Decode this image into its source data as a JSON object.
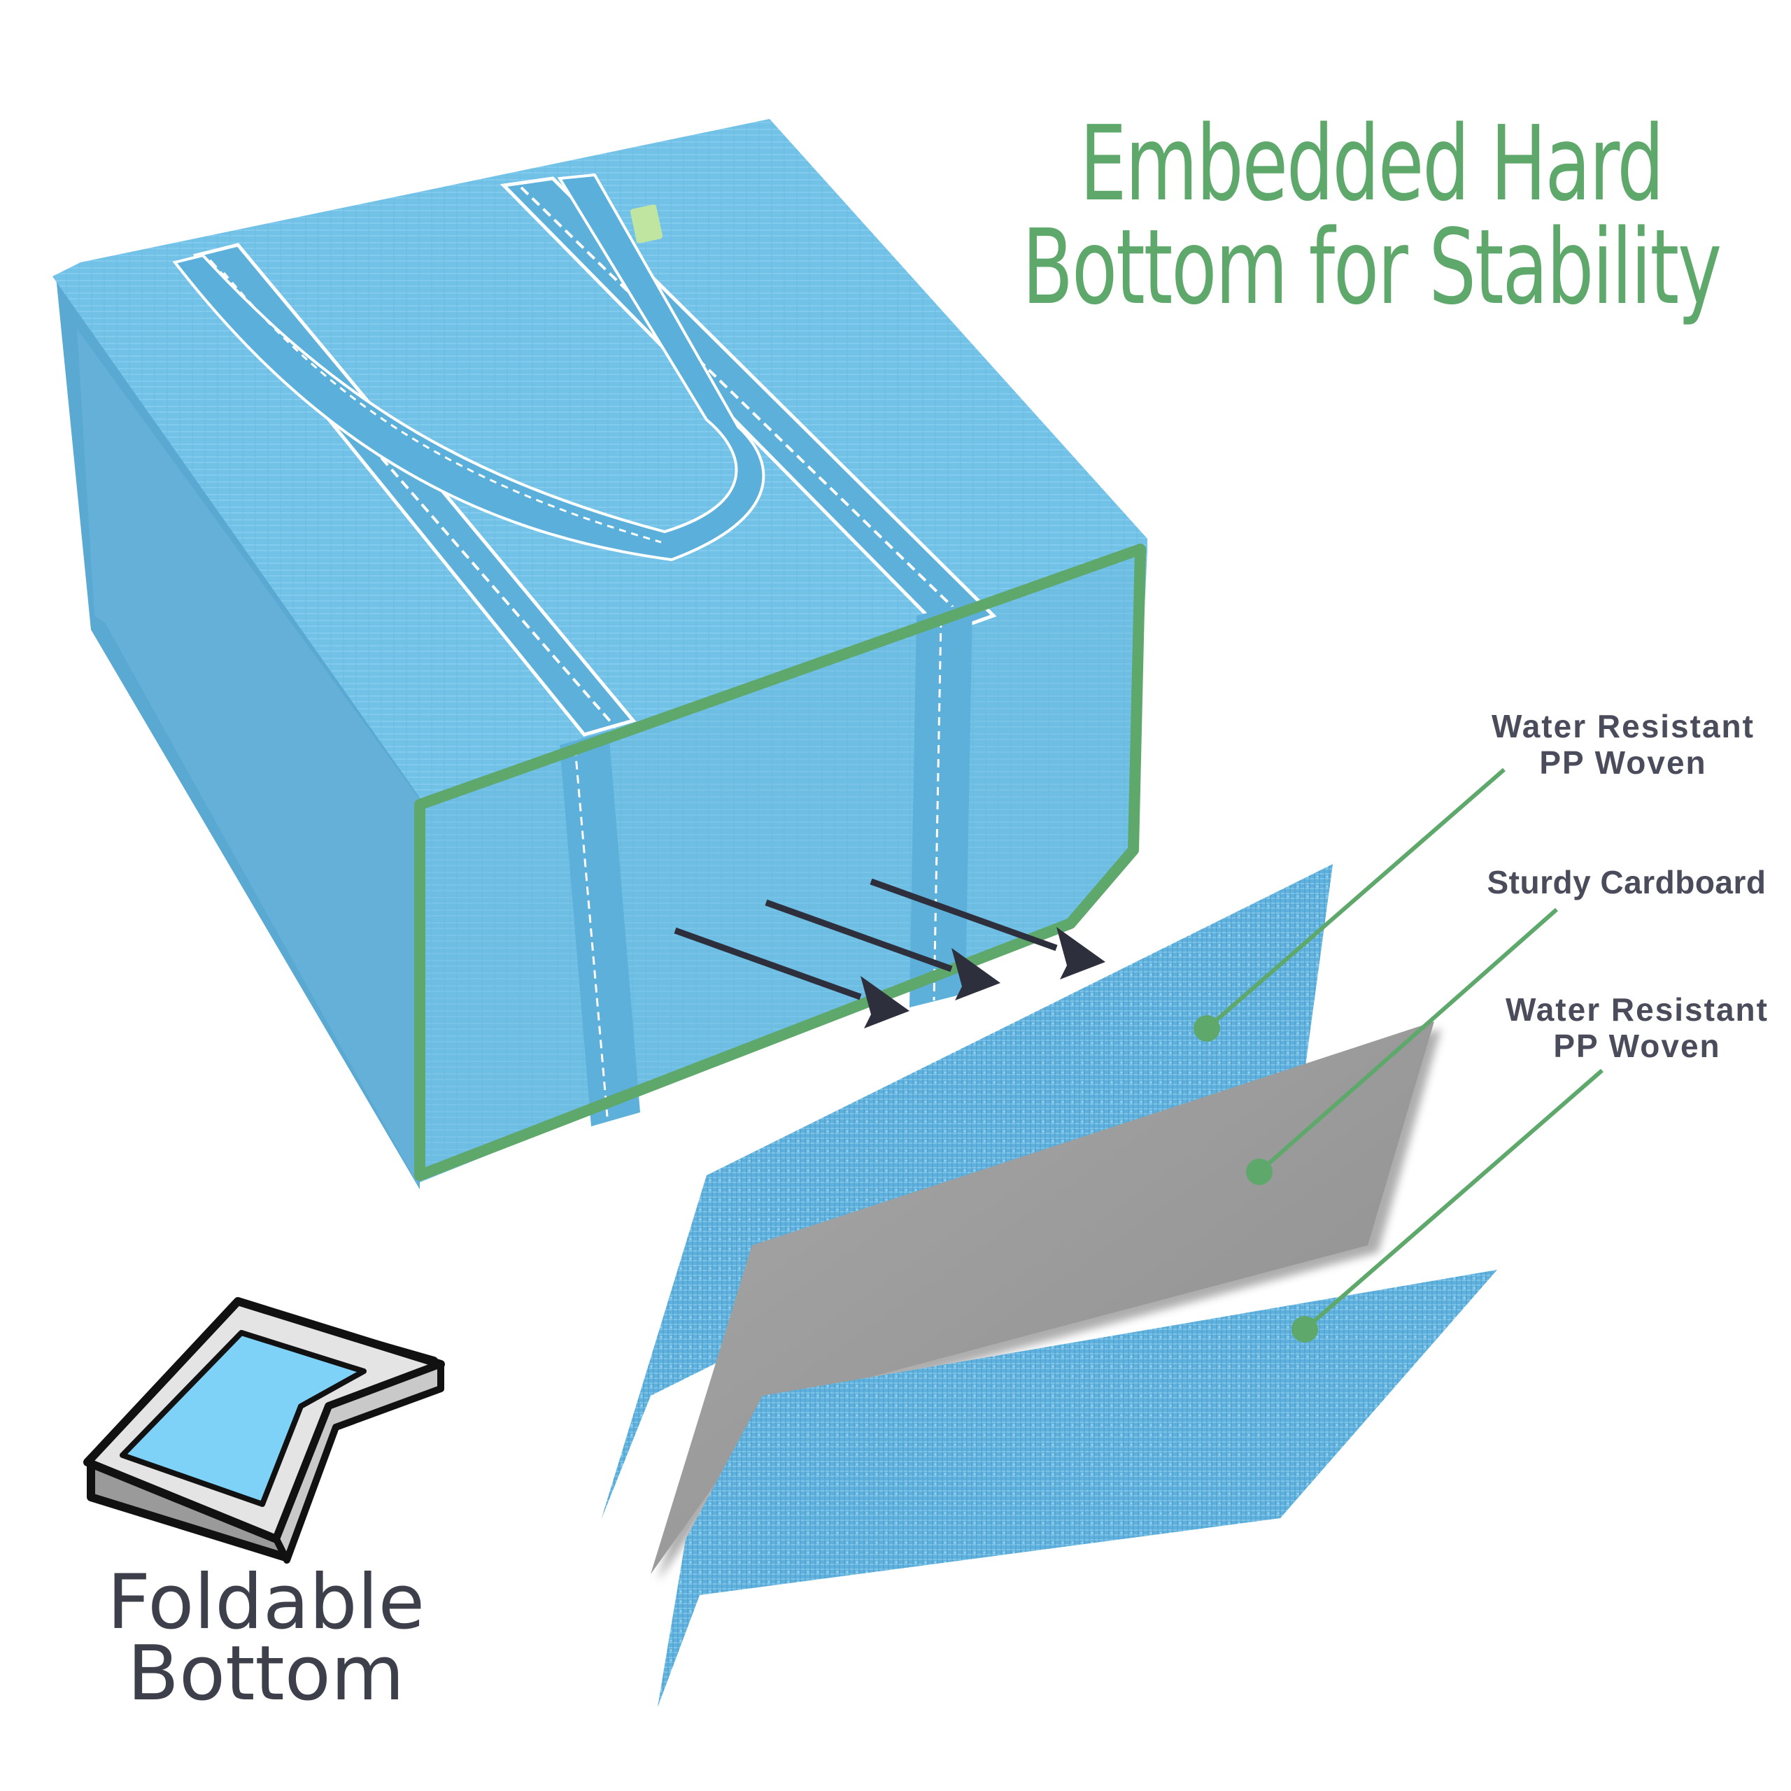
{
  "headline": {
    "line1": "Embedded Hard",
    "line2": "Bottom for Stability"
  },
  "layers": [
    {
      "line1": "Water Resistant",
      "line2": "PP Woven"
    },
    {
      "line1": "Sturdy Cardboard",
      "line2": ""
    },
    {
      "line1": "Water Resistant",
      "line2": "PP Woven"
    }
  ],
  "foldable": {
    "line1": "Foldable",
    "line2": "Bottom"
  },
  "colors": {
    "accent_green": "#5fa86b",
    "bag_blue": "#6fbfe6",
    "fabric_blue": "#5cadd9",
    "cardboard_gray": "#9d9d9d",
    "arrow_dark": "#2e2f3c",
    "icon_fill": "#7fd2f7"
  }
}
